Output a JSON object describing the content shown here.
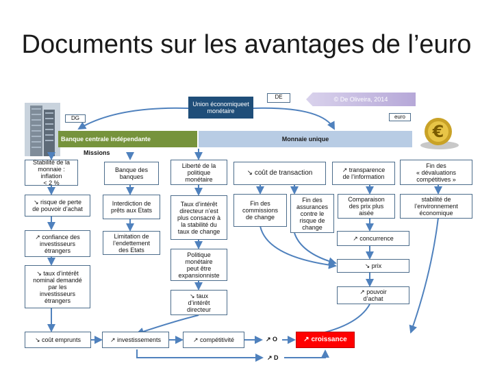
{
  "title": "Documents sur les avantages de l’euro",
  "header": {
    "uem": [
      "Union économique",
      "et monétaire"
    ],
    "de": "DE",
    "dg": "DG",
    "euro": "euro",
    "banner": "© De Oliveira, 2014",
    "bar_left": "Banque centrale indépendante",
    "bar_right": "Monnaie unique",
    "missions": "Missions"
  },
  "boxes": {
    "b1": [
      "Stabilité de la",
      "monnaie : inflation",
      "< 2 %"
    ],
    "b2": [
      "Banque des",
      "banques"
    ],
    "b3": [
      "Liberté de la",
      "politique",
      "monétaire"
    ],
    "b4": [
      "↘ coût de transaction"
    ],
    "b5": [
      "↗ transparence",
      "de l’information"
    ],
    "b6": [
      "Fin des",
      "« dévaluations",
      "compétitives »"
    ],
    "b7": [
      "↘ risque de perte",
      "de pouvoir d’achat"
    ],
    "b8": [
      "Interdiction de",
      "prêts aux Etats"
    ],
    "b9": [
      "Taux d’intérêt",
      "directeur n’est",
      "plus consacré à",
      "la stabilité du",
      "taux de change"
    ],
    "b10": [
      "Fin des",
      "commissions",
      "de change"
    ],
    "b11": [
      "Fin des",
      "assurances",
      "contre le",
      "risque de",
      "change"
    ],
    "b12": [
      "Comparaison",
      "des prix plus",
      "aisée"
    ],
    "b13": [
      "stabilité de",
      "l’environnement",
      "économique"
    ],
    "b14": [
      "↗ confiance des",
      "investisseurs",
      "étrangers"
    ],
    "b15": [
      "Limitation de",
      "l’endettement",
      "des Etats"
    ],
    "b16": [
      "↗ concurrence"
    ],
    "b17": [
      "Politique",
      "monétaire",
      "peut être",
      "expansionniste"
    ],
    "b18": [
      "↘ prix"
    ],
    "b19": [
      "↘ taux d’intérêt",
      "nominal demandé",
      "par les",
      "investisseurs",
      "étrangers"
    ],
    "b20": [
      "↘ taux",
      "d’intérêt",
      "directeur"
    ],
    "b21": [
      "↗ pouvoir",
      "d’achat"
    ],
    "b22": [
      "↘ coût emprunts"
    ],
    "b23": [
      "↗ investissements"
    ],
    "b24": [
      "↗ compétitivité"
    ],
    "b25": [
      "↗ O"
    ],
    "b26": [
      "↗ croissance"
    ],
    "b27": [
      "↗ D"
    ]
  },
  "colors": {
    "dark_blue": "#1f4e79",
    "green": "#76933c",
    "light_blue": "#b8cce4",
    "red": "#ff0000",
    "arrow": "#4f81bd"
  }
}
